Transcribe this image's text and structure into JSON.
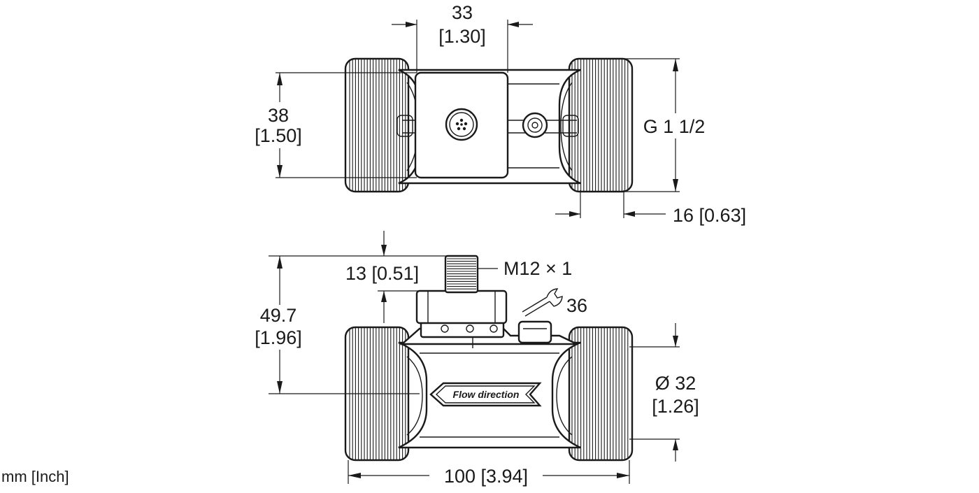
{
  "units_note": "mm [Inch]",
  "top_view": {
    "width_dimension": {
      "mm": "33",
      "inch": "[1.30]"
    },
    "height_dimension": {
      "mm": "38",
      "inch": "[1.50]"
    },
    "thread_label": "G 1 1/2",
    "thread_length_dimension": "16 [0.63]"
  },
  "side_view": {
    "connector_height_dimension": "13 [0.51]",
    "connector_thread_label": "M12 × 1",
    "wrench_size": "36",
    "total_height_dimension": {
      "mm": "49.7",
      "inch": "[1.96]"
    },
    "diameter_dimension": {
      "mm": "Ø 32",
      "inch": "[1.26]"
    },
    "length_dimension": "100 [3.94]",
    "flow_label": "Flow direction"
  }
}
